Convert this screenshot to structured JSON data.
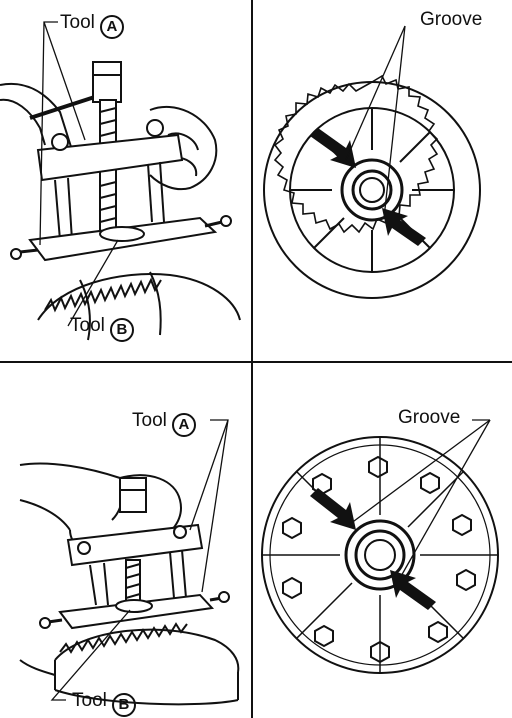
{
  "labels": {
    "tool_a": "Tool",
    "tool_b": "Tool",
    "circle_a": "A",
    "circle_b": "B",
    "groove": "Groove"
  },
  "panels": {
    "top_left": "puller-on-ring-gear-side-bearing",
    "top_right": "ring-gear-face-with-grooves",
    "bottom_left": "puller-on-flat-face-side-bearing",
    "bottom_right": "ring-gear-back-with-grooves"
  },
  "colors": {
    "ink": "#111111",
    "paper": "#ffffff"
  }
}
